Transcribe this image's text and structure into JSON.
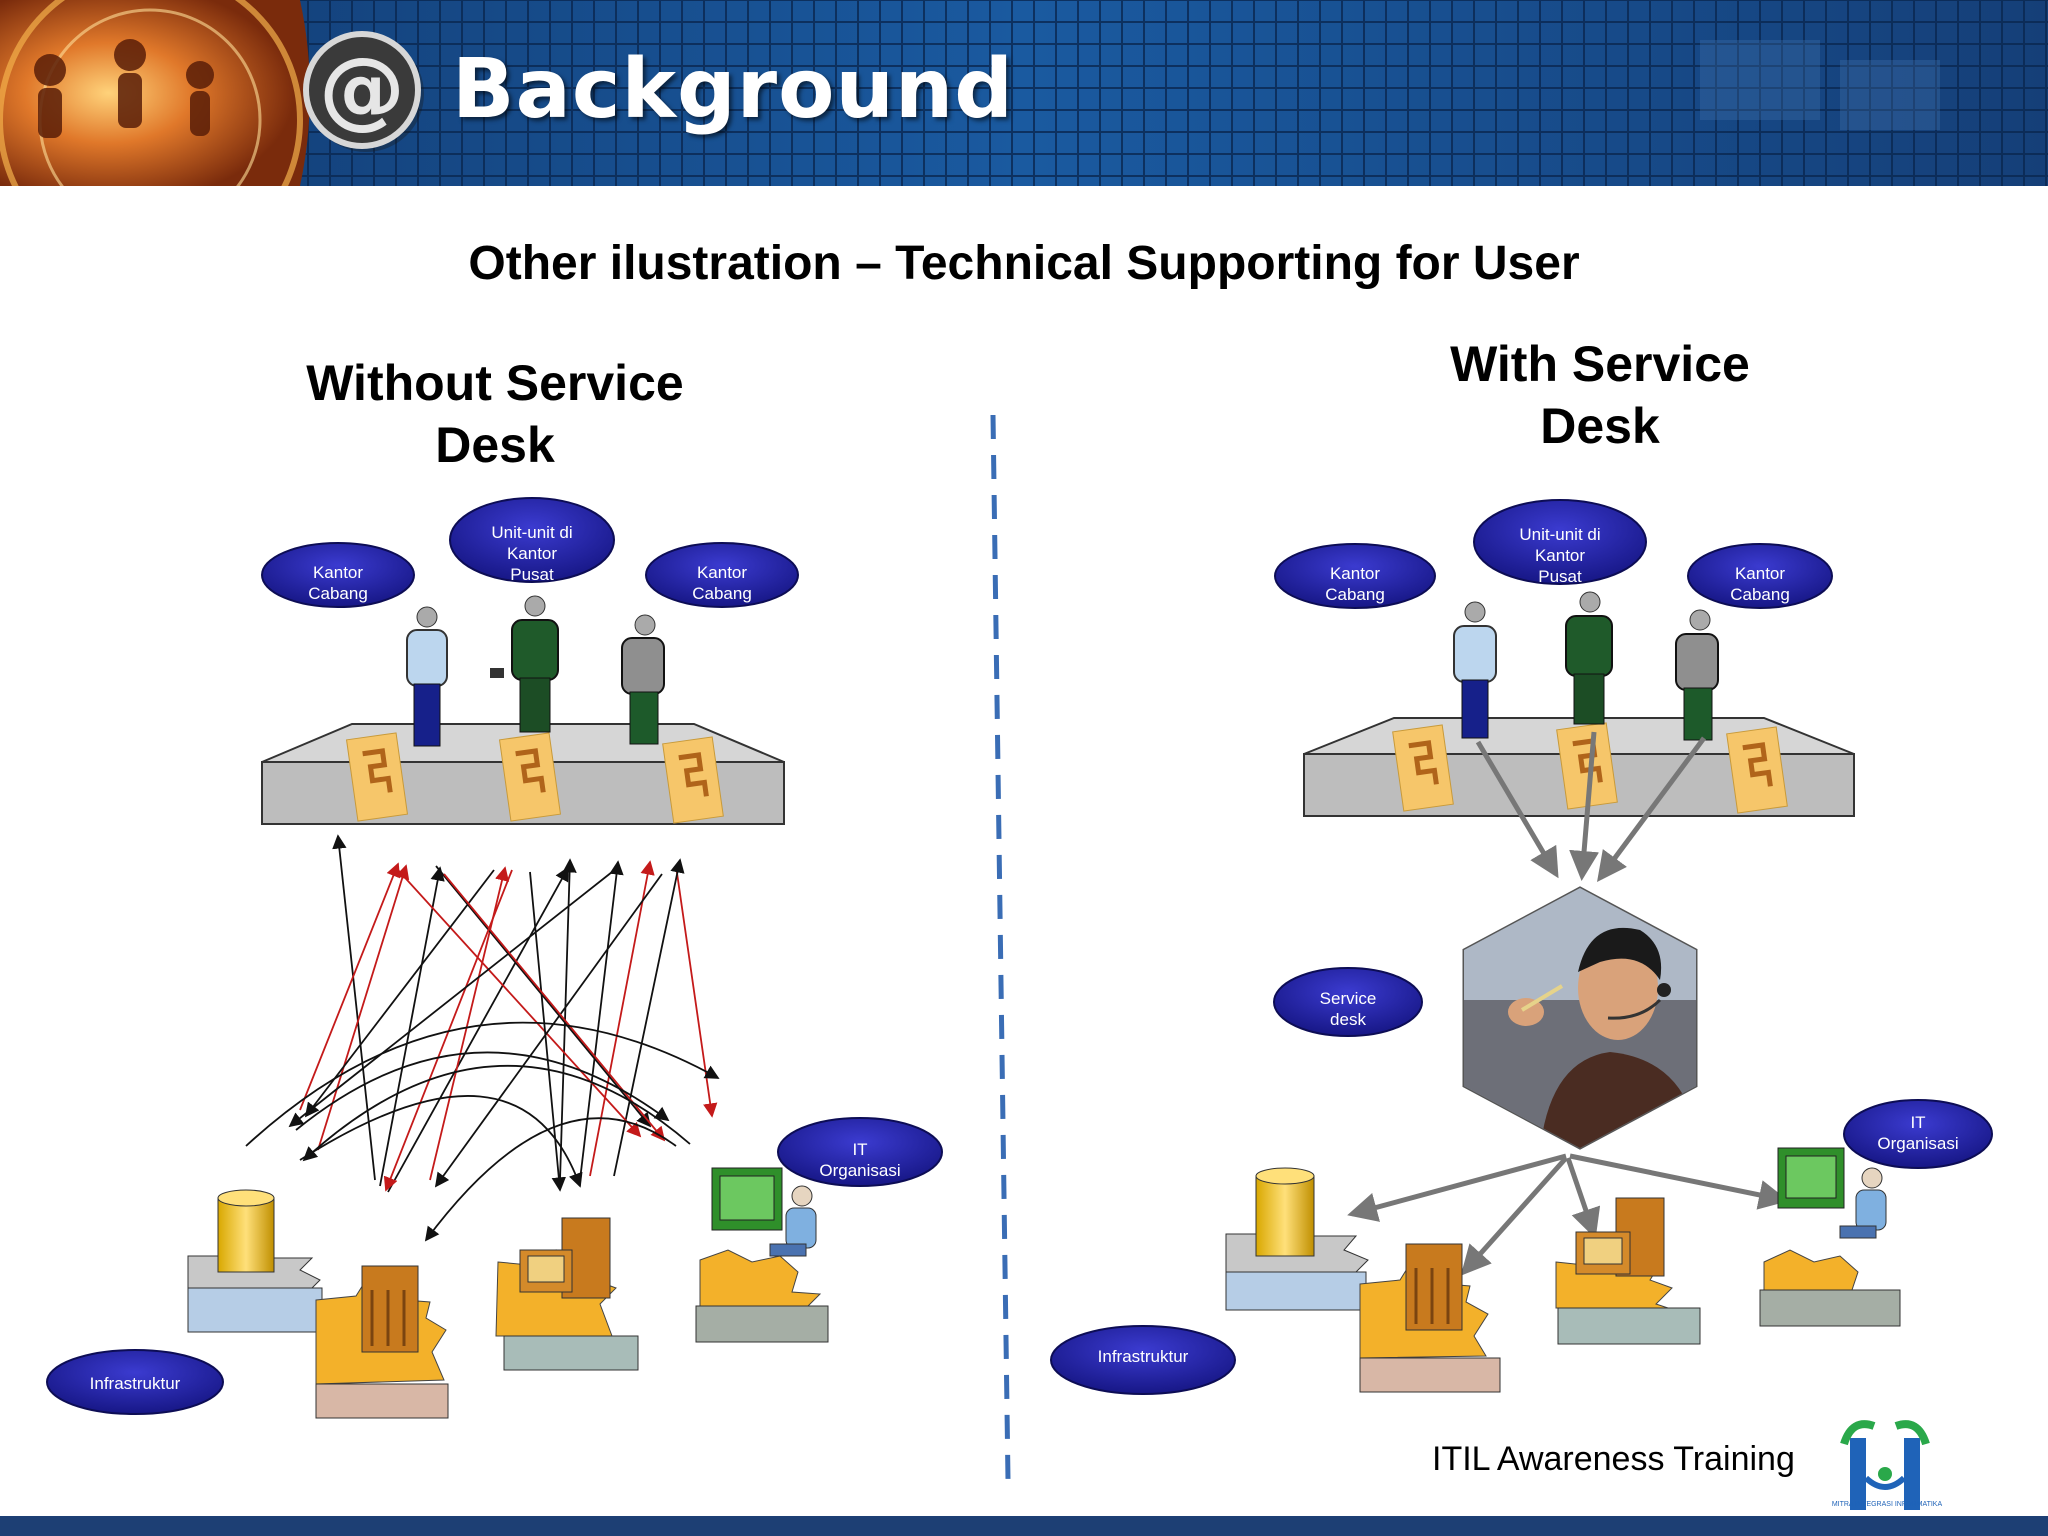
{
  "slide": {
    "title": "Background",
    "subtitle": "Other ilustration – Technical Supporting for User",
    "footer": "ITIL Awareness Training",
    "logo_caption": "MITRA INTEGRASI INFORMATIKA"
  },
  "left_panel": {
    "heading": "Without Service Desk",
    "labels": {
      "kantor_cabang_1": [
        "Kantor",
        "Cabang"
      ],
      "unit_pusat": [
        "Unit-unit di",
        "Kantor",
        "Pusat"
      ],
      "kantor_cabang_2": [
        "Kantor",
        "Cabang"
      ],
      "it_organisasi": [
        "IT",
        "Organisasi"
      ],
      "infrastruktur": [
        "Infrastruktur"
      ]
    }
  },
  "right_panel": {
    "heading": "With Service Desk",
    "labels": {
      "kantor_cabang_1": [
        "Kantor",
        "Cabang"
      ],
      "unit_pusat": [
        "Unit-unit di",
        "Kantor",
        "Pusat"
      ],
      "kantor_cabang_2": [
        "Kantor",
        "Cabang"
      ],
      "service_desk": [
        "Service",
        "desk"
      ],
      "it_organisasi": [
        "IT",
        "Organisasi"
      ],
      "infrastruktur": [
        "Infrastruktur"
      ]
    }
  },
  "colors": {
    "banner": "#1a4f8f",
    "oval": "#2a2aa8",
    "platform": "#bdbdbd",
    "paper": "#f6c66a",
    "red_arrow": "#c41a1a",
    "gray_arrow": "#777777",
    "divider": "#3a6db5",
    "bottom_bar": "#1d3f74"
  }
}
